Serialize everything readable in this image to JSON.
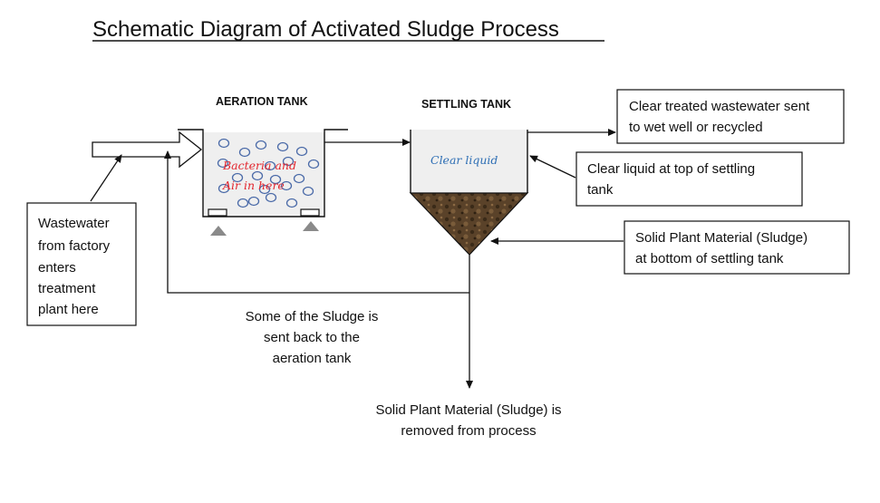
{
  "title": "Schematic Diagram of Activated Sludge Process",
  "aeration_tank": {
    "heading": "AERATION TANK",
    "inner_lines": [
      "Bacteria and",
      "Air in here"
    ]
  },
  "settling_tank": {
    "heading": "SETTLING TANK",
    "inner_label": "Clear liquid"
  },
  "callouts": {
    "wastewater_inlet": [
      "Wastewater",
      "from factory",
      "enters",
      "treatment",
      "plant here"
    ],
    "treated_outlet": [
      "Clear treated wastewater sent",
      "to wet well or recycled"
    ],
    "clear_liquid": [
      "Clear liquid at top of settling",
      "tank"
    ],
    "sludge_bottom": [
      "Solid Plant Material (Sludge)",
      "at bottom of settling tank"
    ]
  },
  "labels": {
    "sludge_return": [
      "Some of the Sludge is",
      "sent back to the",
      "aeration tank"
    ],
    "sludge_removed": [
      "Solid Plant Material (Sludge) is",
      "removed from process"
    ]
  },
  "colors": {
    "stroke": "#111111",
    "bubble": "#4a6aa8",
    "aeration_text": "#e3262e",
    "clear_liquid_text": "#2f6fb5",
    "tank_fill": "#efefef",
    "sludge": "#5a4229",
    "support": "#8a8a8a"
  }
}
